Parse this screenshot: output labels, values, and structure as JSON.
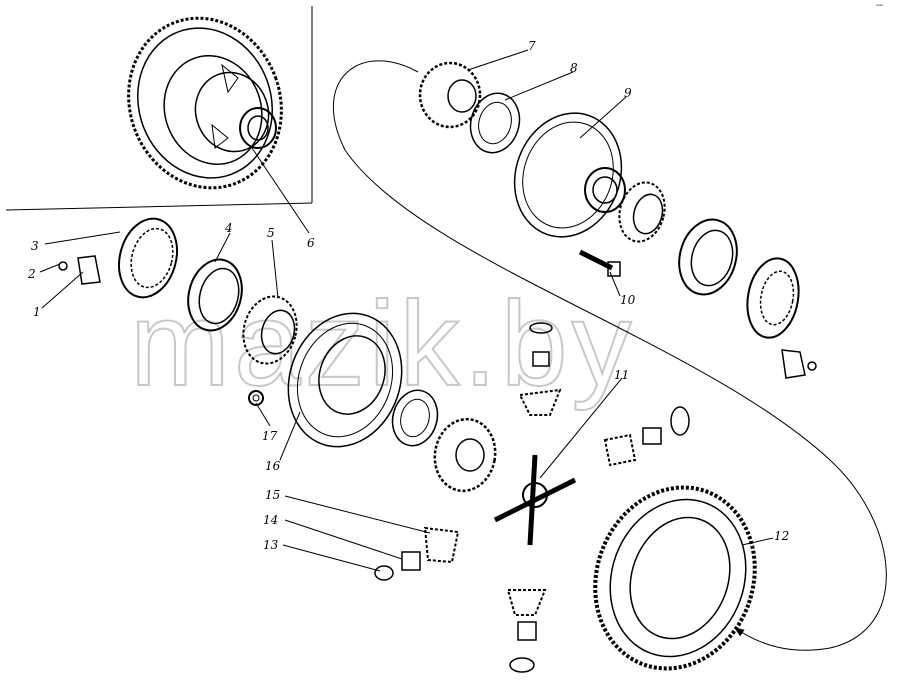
{
  "watermark": "mazik.by",
  "corner_mark": "ᵐᵃᶻ",
  "callouts": [
    "1",
    "2",
    "3",
    "4",
    "5",
    "6",
    "7",
    "8",
    "9",
    "10",
    "11",
    "12",
    "13",
    "14",
    "15",
    "16",
    "17"
  ]
}
